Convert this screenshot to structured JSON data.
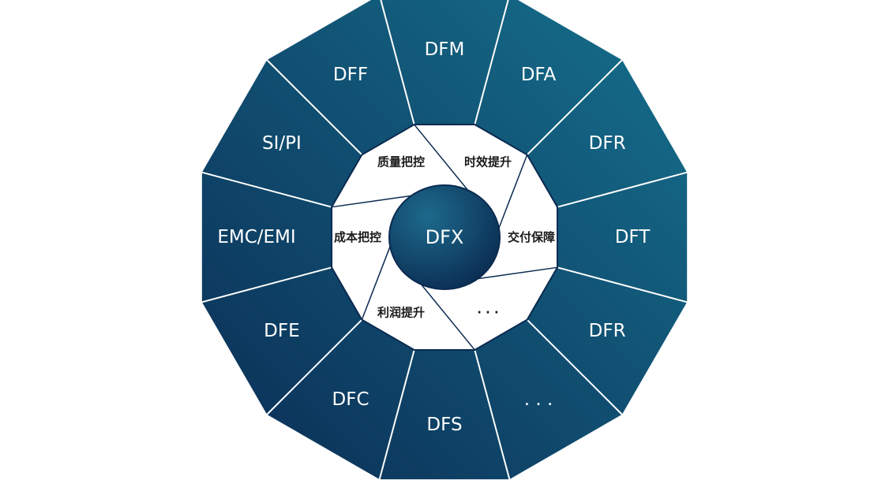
{
  "center": {
    "label": "DFX"
  },
  "outer_ring": {
    "segments": [
      "DFM",
      "DFA",
      "DFR",
      "DFT",
      "DFR",
      ". . .",
      "DFS",
      "DFC",
      "DFE",
      "EMC/EMI",
      "SI/PI",
      "DFF"
    ]
  },
  "inner_ring": {
    "segments": [
      "时效提升",
      "交付保障",
      "· · ·",
      "利润提升",
      "成本把控",
      "质量把控"
    ]
  },
  "colors": {
    "outer_gradient_start": "#16708d",
    "outer_gradient_end": "#0b2d55",
    "inner_fill": "#ffffff",
    "center_gradient_start": "#1d6a8c",
    "center_gradient_end": "#0a2a50",
    "divider": "#ffffff",
    "inner_line": "#0a2a50"
  }
}
